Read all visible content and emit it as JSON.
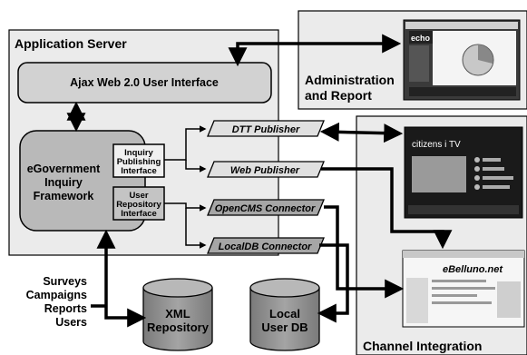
{
  "app_server": {
    "title": "Application Server",
    "ajax_ui": "Ajax Web 2.0 User Interface",
    "framework": [
      "eGovernment",
      "Inquiry",
      "Framework"
    ],
    "inquiry_interface": [
      "Inquiry",
      "Publishing",
      "Interface"
    ],
    "user_interface": [
      "User",
      "Repository",
      "Interface"
    ]
  },
  "publishers": {
    "dtt": "DTT Publisher",
    "web": "Web Publisher",
    "opencms": "OpenCMS Connector",
    "localdb": "LocalDB Connector"
  },
  "admin": {
    "label": [
      "Administration",
      "and Report"
    ],
    "screen_logo": "echo"
  },
  "channel": {
    "label": "Channel Integration",
    "tv_logo": "citizens i TV",
    "web_logo": "eBelluno.net"
  },
  "side_list": [
    "Surveys",
    "Campaigns",
    "Reports",
    "Users"
  ],
  "databases": {
    "xml": [
      "XML",
      "Repository"
    ],
    "local": [
      "Local",
      "User DB"
    ]
  },
  "colors": {
    "panel": "#e6e6e6",
    "box": "#d4d4d4",
    "framework": "#bcbcbc",
    "publisher": "#dcdcdc",
    "connector": "#a8a8a8",
    "db": "#8e8e8e"
  }
}
